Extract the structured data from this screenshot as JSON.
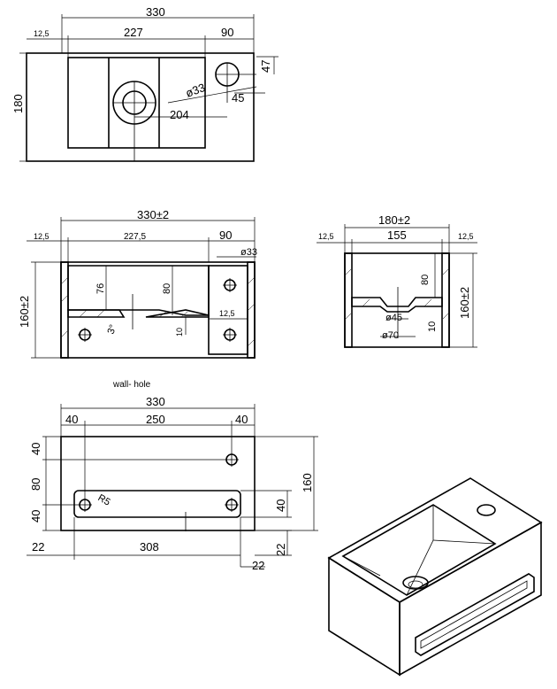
{
  "top_view": {
    "overall_width": "330",
    "left_margin": "12,5",
    "basin_width": "227",
    "right_part": "90",
    "height": "180",
    "tap_hole_diameter": "ø33",
    "tap_offset_x": "45",
    "tap_offset_y": "47",
    "tap_distance": "204"
  },
  "front_section": {
    "overall_width": "330±2",
    "left_margin": "12,5",
    "basin_width": "227,5",
    "right_part": "90",
    "tap_hole": "ø33",
    "depth_76": "76",
    "depth_80": "80",
    "height": "160±2",
    "slope": "3°",
    "wall_12_5": "12,5",
    "bottom_10": "10"
  },
  "side_section": {
    "overall_width": "180±2",
    "left_margin": "12,5",
    "inner_width": "155",
    "right_margin": "12,5",
    "depth_80": "80",
    "drain_inner": "ø45",
    "drain_outer": "ø70",
    "bottom_10": "10",
    "height": "160±2"
  },
  "wall_hole": {
    "title": "wall- hole",
    "overall_width": "330",
    "left_40": "40",
    "middle_250": "250",
    "right_40": "40",
    "left_v_40_top": "40",
    "left_v_80": "80",
    "left_v_40_bottom": "40",
    "radius": "R5",
    "right_v_40": "40",
    "height_160": "160",
    "bottom_22_left": "22",
    "bottom_308": "308",
    "bottom_22_right": "22",
    "right_v_22": "22"
  }
}
